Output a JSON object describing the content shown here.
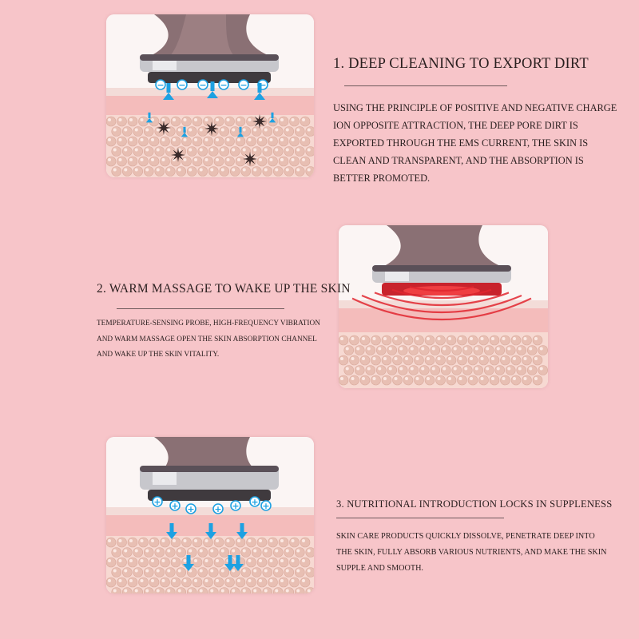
{
  "colors": {
    "background": "#f7c5c9",
    "skin_top": "#f0d2cf",
    "skin_band": "#f4b9b9",
    "cells": "#e9c1b7",
    "accent_blue": "#1da1e2",
    "warm_red": "#e0262f"
  },
  "sections": [
    {
      "heading": "1. DEEP CLEANING TO EXPORT DIRT",
      "description": "USING THE PRINCIPLE OF POSITIVE AND NEGATIVE CHARGE ION OPPOSITE ATTRACTION, THE DEEP PORE DIRT IS EXPORTED THROUGH THE EMS CURRENT, THE SKIN IS CLEAN AND TRANSPARENT, AND THE ABSORPTION IS BETTER PROMOTED.",
      "illustration": {
        "device_icon": "beauty-device-icon",
        "ion_sign": "−",
        "ion_color": "#1da1e2",
        "arrows": "upward",
        "particles": "dirt"
      }
    },
    {
      "heading": "2. WARM MASSAGE TO WAKE UP THE SKIN",
      "description": "TEMPERATURE-SENSING PROBE, HIGH-FREQUENCY VIBRATION AND WARM MASSAGE OPEN THE SKIN ABSORPTION CHANNEL AND WAKE UP THE SKIN VITALITY.",
      "illustration": {
        "device_icon": "beauty-device-icon",
        "effect": "heat-waves",
        "wave_color": "#e0262f"
      }
    },
    {
      "heading": "3. NUTRITIONAL INTRODUCTION LOCKS IN SUPPLENESS",
      "description": "SKIN CARE PRODUCTS QUICKLY DISSOLVE, PENETRATE DEEP INTO THE SKIN, FULLY ABSORB VARIOUS NUTRIENTS, AND MAKE THE SKIN SUPPLE AND SMOOTH.",
      "illustration": {
        "device_icon": "beauty-device-icon",
        "ion_sign": "+",
        "ion_color": "#1da1e2",
        "arrows": "downward"
      }
    }
  ]
}
